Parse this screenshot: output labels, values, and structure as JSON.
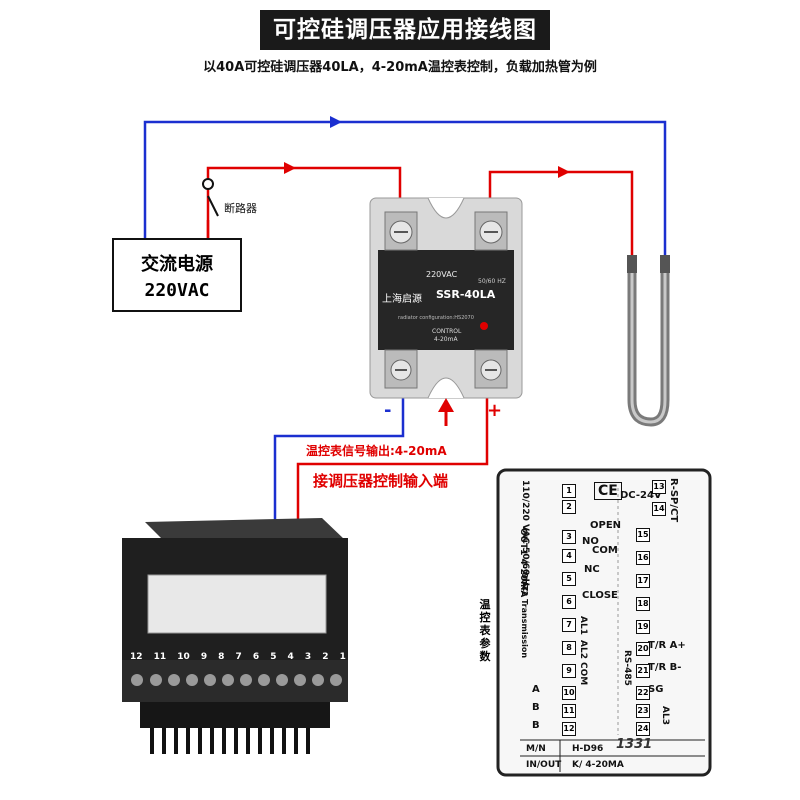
{
  "title": "可控硅调压器应用接线图",
  "subtitle": "以40A可控硅调压器40LA，4-20mA温控表控制，负载加热管为例",
  "power_box": {
    "line1": "交流电源",
    "line2": "220VAC"
  },
  "breaker_label": "断路器",
  "ssr": {
    "voltage": "220VAC",
    "freq": "50/60 HZ",
    "brand": "上海启源",
    "model": "SSR-40LA",
    "config": "radiator configuration:HS2070",
    "control": "CONTROL",
    "control_range": "4-20mA"
  },
  "minus_sign": "-",
  "plus_sign": "+",
  "signal_label": "温控表信号输出:4-20mA",
  "input_label": "接调压器控制输入端",
  "side_label": "温控表参数",
  "controller_terminals": [
    "12",
    "11",
    "10",
    "9",
    "8",
    "7",
    "6",
    "5",
    "4",
    "3",
    "2",
    "1"
  ],
  "panel": {
    "top_left": "110/220 VAC 50/60 Hz",
    "ce": "CE",
    "dc": "DC-24V",
    "rsp": "R-SP/CT",
    "out1": "OUT1 4-20mA",
    "open": "OPEN",
    "no": "NO",
    "com": "COM",
    "nc": "NC",
    "close": "CLOSE",
    "out2": "OUT2 Transmission",
    "al1": "AL1",
    "al2": "AL2",
    "rs485": "RS-485",
    "tra": "T/R A+",
    "trb": "T/R B-",
    "sg": "SG",
    "al3": "AL3",
    "a": "A",
    "b1": "B",
    "b2": "B",
    "com2": "COM",
    "mn_label": "M/N",
    "mn_value": "H-D96",
    "io_label": "IN/OUT",
    "io_value": "K/ 4-20MA",
    "handwritten": "1331",
    "left_nums": [
      "1",
      "2",
      "3",
      "4",
      "5",
      "6",
      "7",
      "8",
      "9",
      "10",
      "11",
      "12"
    ],
    "right_nums": [
      "13",
      "14",
      "15",
      "16",
      "17",
      "18",
      "19",
      "20",
      "21",
      "22",
      "23",
      "24"
    ]
  },
  "colors": {
    "red": "#e00000",
    "blue": "#1b2fd0",
    "dark": "#1a1a1a"
  }
}
